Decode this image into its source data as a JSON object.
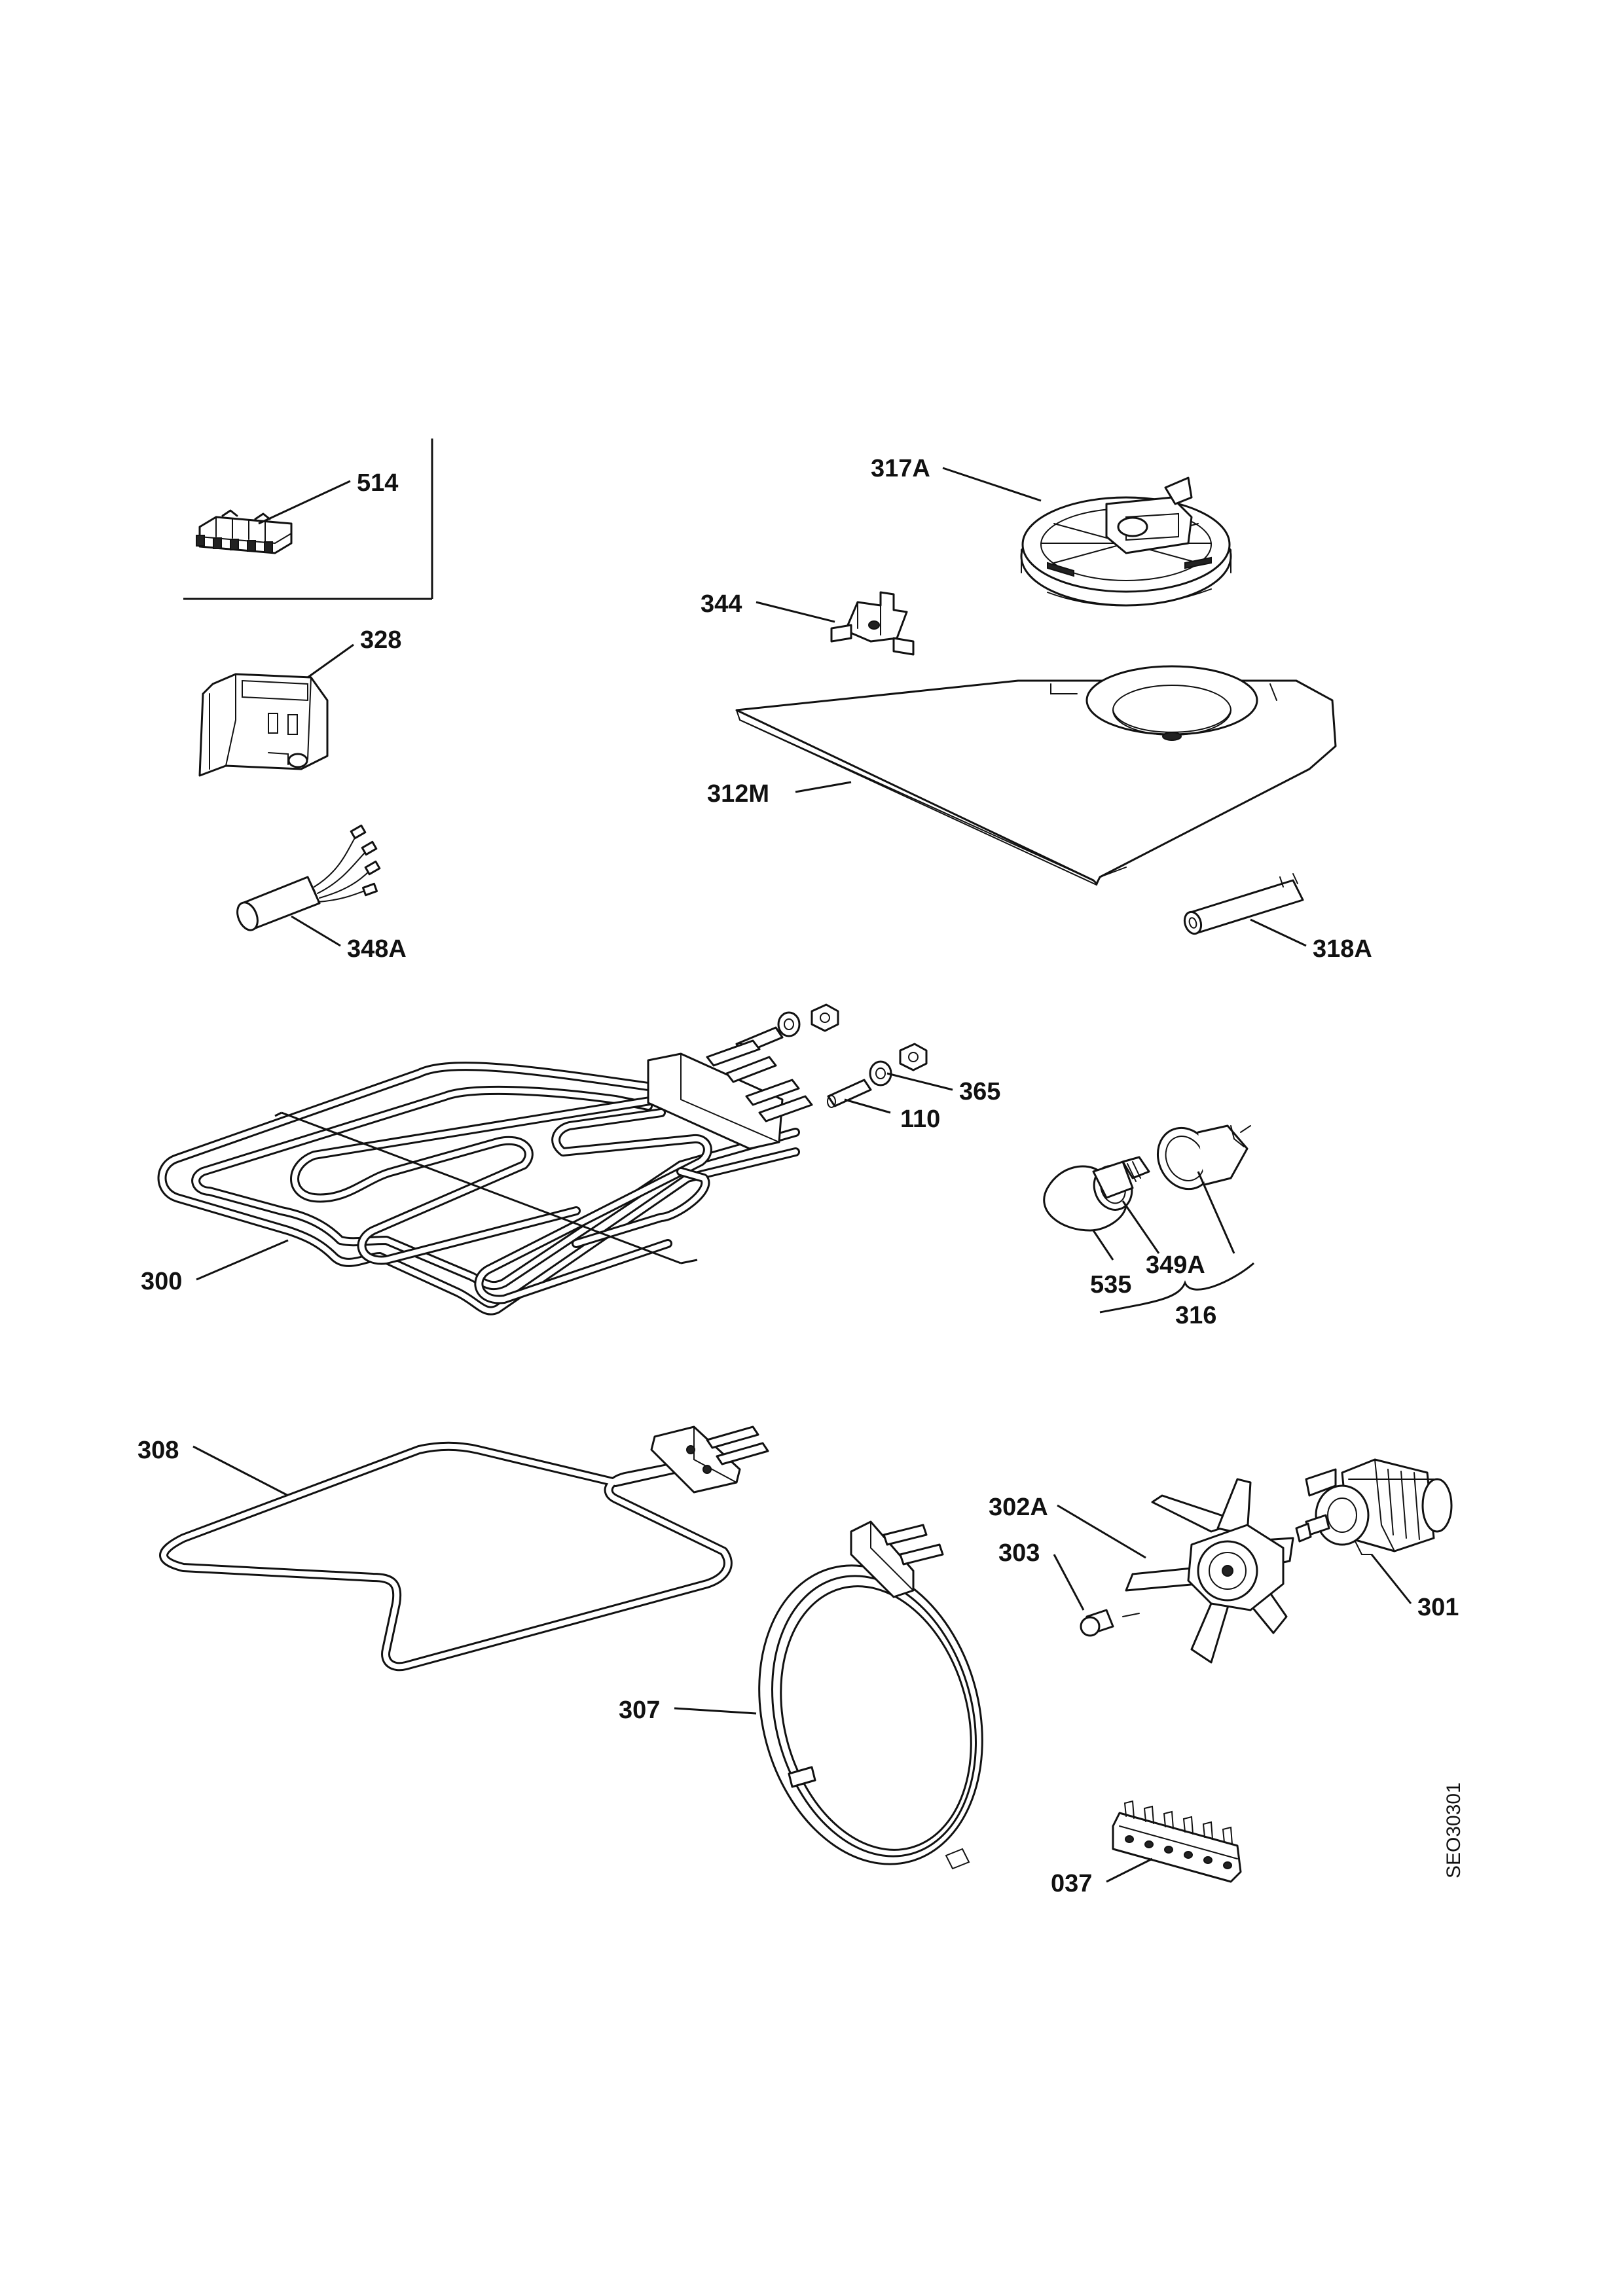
{
  "diagram": {
    "drawing_code": "SEO30301",
    "labels": {
      "p514": "514",
      "p328": "328",
      "p348A": "348A",
      "p317A": "317A",
      "p344": "344",
      "p312M": "312M",
      "p318A": "318A",
      "p365": "365",
      "p110": "110",
      "p300": "300",
      "p535": "535",
      "p349A": "349A",
      "p316": "316",
      "p308": "308",
      "p302A": "302A",
      "p303": "303",
      "p301": "301",
      "p307": "307",
      "p037": "037"
    }
  }
}
